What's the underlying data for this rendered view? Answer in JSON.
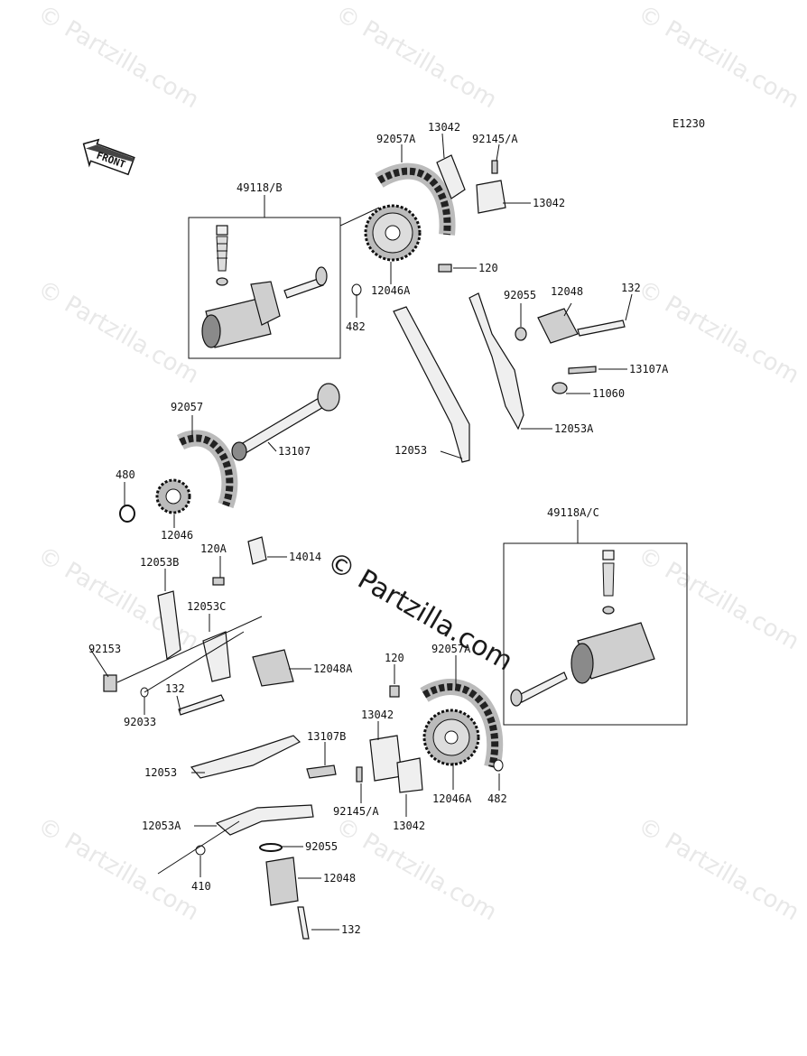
{
  "diagram_code": "E1230",
  "front_label": "FRONT",
  "watermark": "© Partzilla.com",
  "center_watermark": "© Partzilla.com",
  "labels": {
    "l_92057A_top": "92057A",
    "l_13042_top": "13042",
    "l_92145A_top": "92145/A",
    "l_13042_right": "13042",
    "l_49118B": "49118/B",
    "l_120_top": "120",
    "l_12046A_top": "12046A",
    "l_482_top": "482",
    "l_92055_top": "92055",
    "l_12048_top": "12048",
    "l_132_top": "132",
    "l_13107A": "13107A",
    "l_11060": "11060",
    "l_12053A_top": "12053A",
    "l_92057": "92057",
    "l_13107": "13107",
    "l_12053_mid": "12053",
    "l_480": "480",
    "l_12046": "12046",
    "l_49118AC": "49118A/C",
    "l_120A": "120A",
    "l_14014": "14014",
    "l_12053B": "12053B",
    "l_12053C": "12053C",
    "l_92153": "92153",
    "l_12048A": "12048A",
    "l_132_mid": "132",
    "l_92033": "92033",
    "l_120_bot": "120",
    "l_92057A_bot": "92057A",
    "l_13042_bot": "13042",
    "l_13107B": "13107B",
    "l_12053_bot": "12053",
    "l_12046A_bot": "12046A",
    "l_482_bot": "482",
    "l_92145A_bot": "92145/A",
    "l_13042_bot2": "13042",
    "l_12053A_bot": "12053A",
    "l_92055_bot": "92055",
    "l_410": "410",
    "l_12048_bot": "12048",
    "l_132_bot": "132"
  }
}
